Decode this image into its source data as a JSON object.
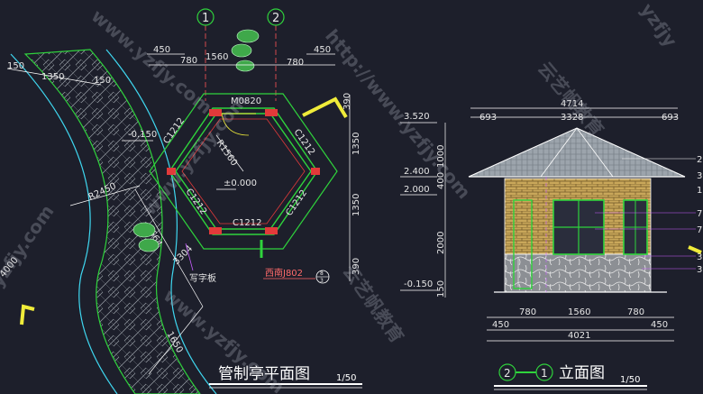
{
  "plan": {
    "axis_left": "1",
    "axis_right": "2",
    "title": "管制亭平面图",
    "title_scale": "1/50",
    "door_label": "M0820",
    "window_label": "C1212",
    "radius_label": "R1560",
    "level_inner": "±0.000",
    "level_outer": "-0.150",
    "board_label": "写字板",
    "south_label": "西南J802",
    "detail_no": "8",
    "detail_sub": "3",
    "dims_top": {
      "d450l": "450",
      "d780l": "780",
      "d1560": "1560",
      "d780r": "780",
      "d450r": "450"
    },
    "dims_right": {
      "d390t": "390",
      "d1350a": "1350",
      "d1350b": "1350",
      "d390b": "390"
    },
    "dims_left": {
      "d150a": "150",
      "d1350": "1350",
      "d150b": "150",
      "r2450": "R2450",
      "d1664": "1664",
      "d4000": "4000",
      "d3304": "3304",
      "d1650": "1650"
    }
  },
  "elevation": {
    "axis_left": "2",
    "axis_right": "1",
    "title": "立面图",
    "title_scale": "1/50",
    "dims_top": {
      "total": "4714",
      "left": "693",
      "mid": "3328",
      "right": "693"
    },
    "levels": {
      "l3520": "3.520",
      "l2400": "2.400",
      "l2000": "2.000",
      "lm150": "-0.150"
    },
    "dims_left": {
      "d1000": "1000",
      "d400": "400",
      "d2000": "2000",
      "d150": "150"
    },
    "dims_bottom": {
      "d780l": "780",
      "d1560": "1560",
      "d780r": "780",
      "d450l": "450",
      "d450r": "450",
      "total": "4021"
    },
    "tags": [
      "2",
      "3",
      "1",
      "7",
      "7",
      "3",
      "3"
    ]
  },
  "watermarks": [
    "http://www.yzfjy.com",
    "云艺帆教育",
    "www.yzfjy.com",
    "yzfjy",
    "www.yzfjy.com",
    "云艺帆教育",
    "yzfjy.com",
    "www.yzfjy.com"
  ],
  "colors": {
    "background": "#1d1f2b",
    "wall": "#2fd33c",
    "yellow": "#f0ec3a",
    "red": "#e23a3a",
    "cyan": "#3fd7f0",
    "white": "#f4f4f4",
    "roof": "#9ca4ac",
    "brick": "#c9a75a",
    "stone": "#8c8f94"
  }
}
